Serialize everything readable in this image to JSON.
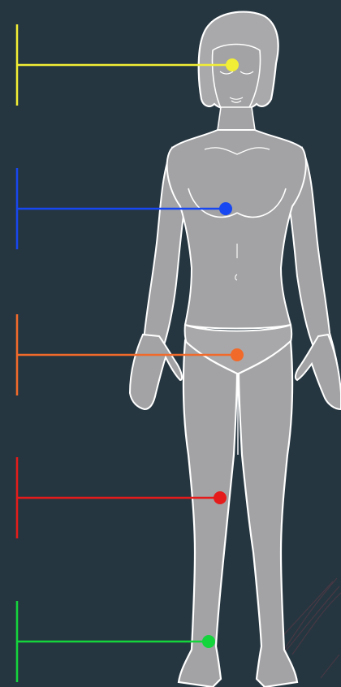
{
  "diagram": {
    "background": "#263640",
    "figure_fill": "#a3a3a5",
    "figure_stroke": "#ffffff",
    "markers": [
      {
        "id": "head",
        "color": "#f2ee35"
      },
      {
        "id": "chest",
        "color": "#1747f0"
      },
      {
        "id": "pelvis",
        "color": "#f26a2a"
      },
      {
        "id": "knee",
        "color": "#e51b1b"
      },
      {
        "id": "ankle",
        "color": "#14d53c"
      }
    ]
  }
}
